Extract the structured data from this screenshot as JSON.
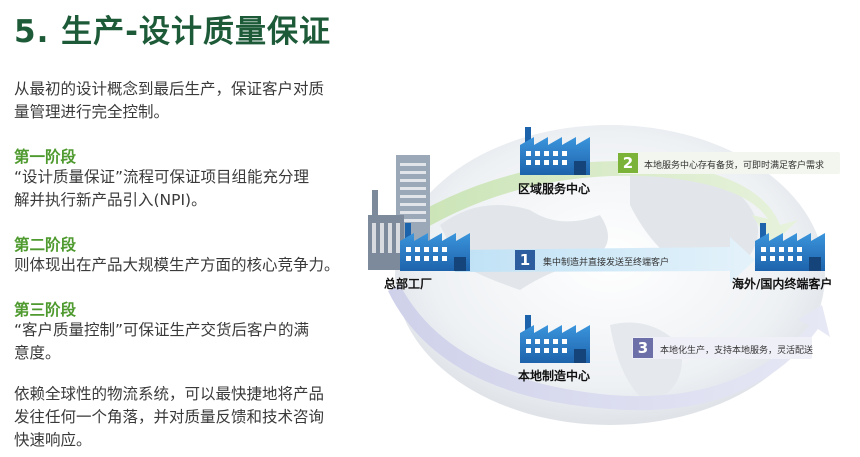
{
  "title": "5. 生产-设计质量保证",
  "intro": [
    "从最初的设计概念到最后生产，保证客户对质",
    "量管理进行完全控制。"
  ],
  "stages": [
    {
      "title": "第一阶段",
      "lines": [
        "“设计质量保证”流程可保证项目组能充分理",
        "解并执行新产品引入(NPI)。"
      ]
    },
    {
      "title": "第二阶段",
      "lines": [
        "则体现出在产品大规模生产方面的核心竞争力。"
      ]
    },
    {
      "title": "第三阶段",
      "lines": [
        "“客户质量控制”可保证生产交货后客户的满",
        "意度。"
      ]
    }
  ],
  "closing": [
    "依赖全球性的物流系统，可以最快捷地将产品",
    "发往任何一个角落，并对质量反馈和技术咨询",
    "快速响应。"
  ],
  "diagram": {
    "factories": {
      "regional": "区域服务中心",
      "hq": "总部工厂",
      "customer": "海外/国内终端客户",
      "local": "本地制造中心"
    },
    "steps": [
      {
        "number": "1",
        "text": "集中制造并直接发送至终端客户",
        "color": "#2c5d9e"
      },
      {
        "number": "2",
        "text": "本地服务中心存有备货，可即时满足客户需求",
        "color": "#7ab338"
      },
      {
        "number": "3",
        "text": "本地化生产，支持本地服务，灵活配送",
        "color": "#6d6fa8"
      }
    ],
    "colors": {
      "factory": "#2178c4",
      "title": "#1d5a38",
      "stage_title": "#4e9a2e"
    }
  }
}
